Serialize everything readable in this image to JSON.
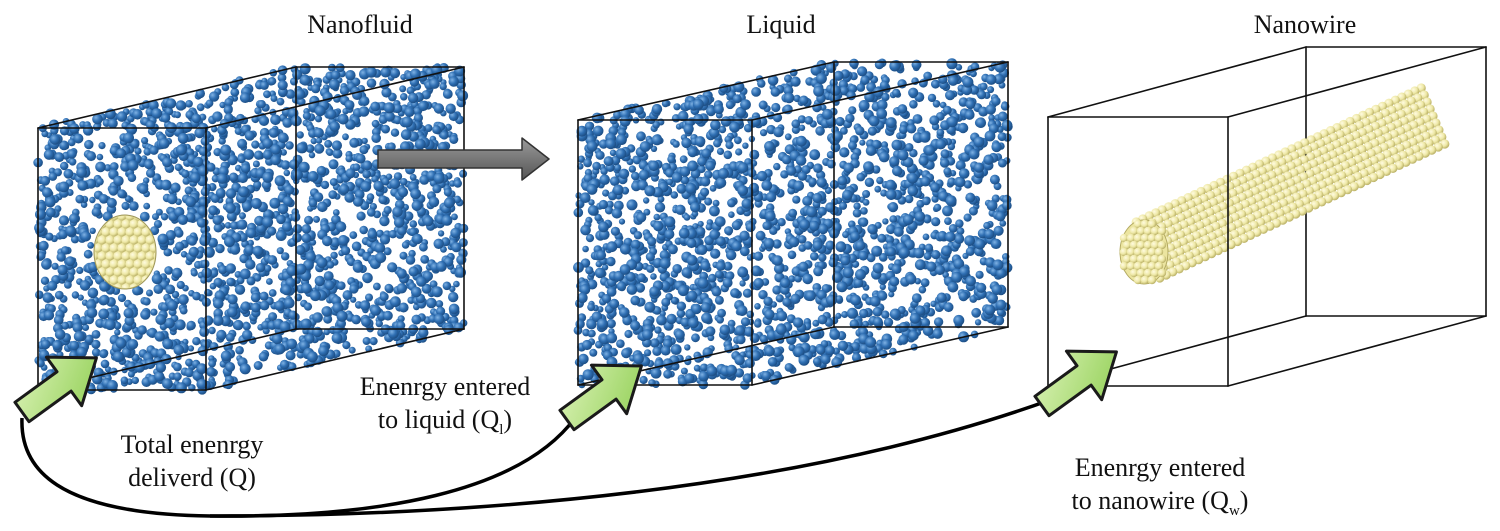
{
  "panels": [
    {
      "id": "nanofluid",
      "title": "Nanofluid"
    },
    {
      "id": "liquid",
      "title": "Liquid"
    },
    {
      "id": "nanowire",
      "title": "Nanowire"
    }
  ],
  "annotations": {
    "total": {
      "line1": "Total enenrgy",
      "line2_prefix": "deliverd (Q)"
    },
    "liquid": {
      "line1": "Enenrgy entered",
      "line2_prefix": "to liquid (Q",
      "sub": "l",
      "line2_suffix": ")"
    },
    "nanowire": {
      "line1": "Enenrgy entered",
      "line2_prefix": "to nanowire (Q",
      "sub": "w",
      "line2_suffix": ")"
    }
  },
  "colors": {
    "liquid_atom": "#2f6fb3",
    "liquid_atom_highlight": "#6fa6dc",
    "nanowire_atom": "#eee8a6",
    "nanowire_atom_shade": "#c9c07a",
    "box_edge": "#111111",
    "energy_arrow_fill": "#a9dc6e",
    "energy_arrow_light": "#d3efaa",
    "transform_arrow": "#6e6e6e"
  }
}
